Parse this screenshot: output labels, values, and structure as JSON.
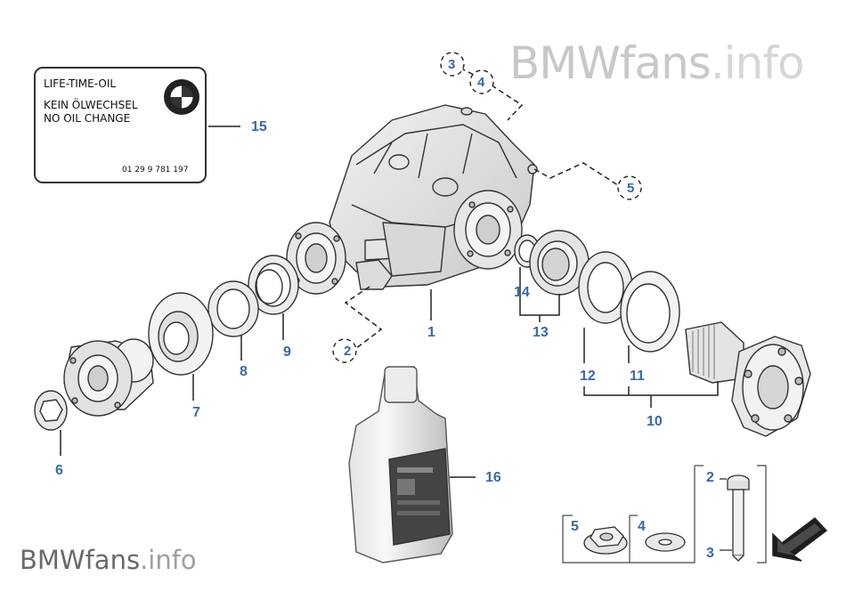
{
  "watermark": {
    "brand": "BMWfans",
    "suffix": ".info"
  },
  "oil_label": {
    "line1": "LIFE-TIME-OIL",
    "line2": "KEIN ÖLWECHSEL",
    "line3": "NO OIL CHANGE",
    "part_no": "01 29 9 781 197"
  },
  "callouts": {
    "c1": "1",
    "c2": "2",
    "c3": "3",
    "c4": "4",
    "c5": "5",
    "c6": "6",
    "c7": "7",
    "c8": "8",
    "c9": "9",
    "c10": "10",
    "c11": "11",
    "c12": "12",
    "c13": "13",
    "c14": "14",
    "c15": "15",
    "c16": "16"
  },
  "legend": {
    "l5": "5",
    "l4": "4",
    "l2": "2",
    "l3": "3"
  },
  "colors": {
    "callout": "#3b6aa0",
    "line": "#222222",
    "watermark": "#c8c8c8"
  },
  "icons": [
    "bmw-roundel-icon",
    "arrow-direction-icon"
  ]
}
